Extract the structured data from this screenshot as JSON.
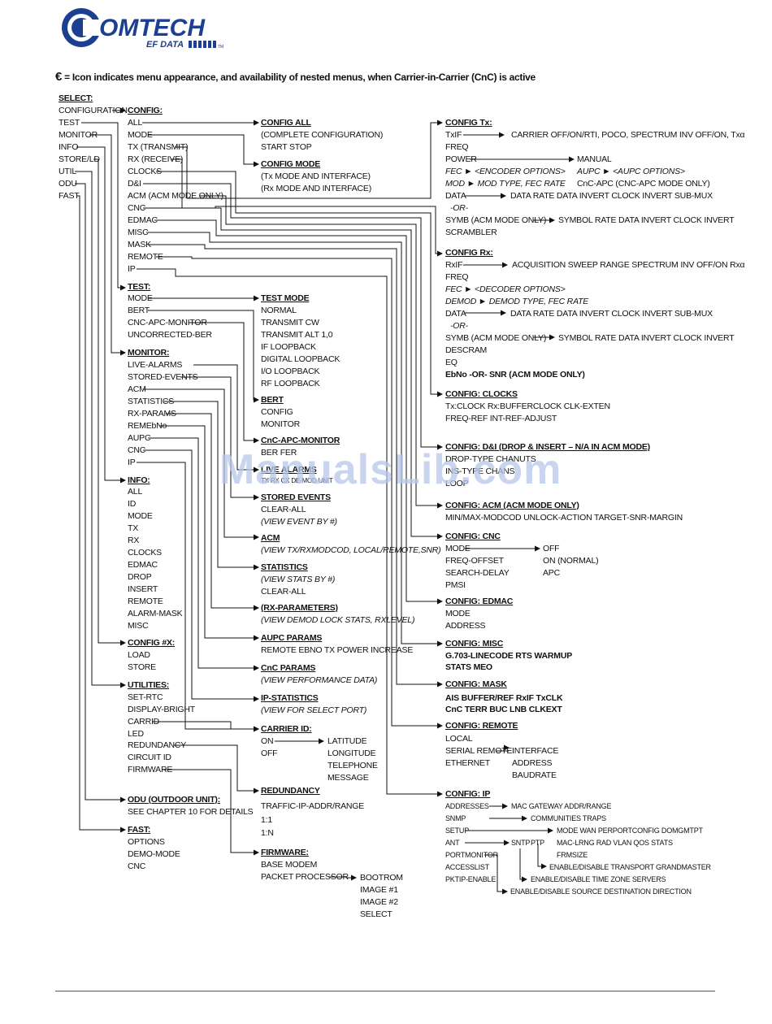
{
  "brand": {
    "name": "OMTECH",
    "initial": "C",
    "sub": "EF DATA",
    "tm": "TM"
  },
  "legend": {
    "icon": "€",
    "text": "= Icon indicates menu appearance, and availability of nested menus, when Carrier-in-Carrier (CnC) is active"
  },
  "watermark": "ManualsLib.com",
  "colors": {
    "ink": "#111111",
    "logo_blue": "#1c3f8f",
    "watermark": "#b8c8ea"
  },
  "select": {
    "title": "SELECT:",
    "items": [
      "CONFIGURATION",
      "TEST",
      "MONITOR",
      "INFO",
      "STORE/LD",
      "UTIL",
      "ODU",
      "FAST"
    ]
  },
  "config": {
    "title": "CONFIG:",
    "items": [
      "ALL",
      "MODE",
      "TX (TRANSMIT)",
      "RX (RECEIVE)",
      "CLOCKS",
      "D&I",
      "ACM (ACM MODE ONLY)",
      "CNC",
      "EDMAC",
      "MISC",
      "MASK",
      "REMOTE",
      "IP"
    ]
  },
  "config_all": {
    "title": "CONFIG ALL",
    "lines": [
      "(COMPLETE CONFIGURATION)",
      "START  STOP"
    ]
  },
  "config_mode": {
    "title": "CONFIG MODE",
    "lines": [
      "(Tx MODE AND INTERFACE)",
      "(Rx MODE AND INTERFACE)"
    ]
  },
  "test": {
    "title": "TEST:",
    "items": [
      "MODE",
      "BERT",
      "CNC-APC-MONITOR",
      "UNCORRECTED-BER"
    ]
  },
  "test_mode": {
    "title": "TEST MODE",
    "lines": [
      "NORMAL",
      "TRANSMIT CW",
      "TRANSMIT ALT 1,0",
      "IF LOOPBACK",
      "DIGITAL LOOPBACK",
      "I/O LOOPBACK",
      "RF LOOPBACK"
    ]
  },
  "bert": {
    "title": "BERT",
    "lines": [
      "CONFIG",
      "MONITOR"
    ]
  },
  "cnc_apc_monitor": {
    "title": "CnC-APC-MONITOR",
    "lines": [
      "BER  FER"
    ]
  },
  "live_alarms": {
    "title": "LIVE ALARMS",
    "lines": [
      "TX  RX  CX  DE-MOD  UNIT"
    ]
  },
  "monitor": {
    "title": "MONITOR:",
    "items": [
      "LIVE-ALARMS",
      "STORED-EVENTS",
      "ACM",
      "STATISTICS",
      "RX-PARAMS",
      "REMEbNo",
      "AUPC",
      "CNC",
      "IP"
    ]
  },
  "stored_events": {
    "title": "STORED EVENTS",
    "lines": [
      "CLEAR-ALL",
      "(VIEW EVENT BY #)"
    ]
  },
  "acm": {
    "title": "ACM",
    "lines": [
      "(VIEW TX/RXMODCOD, LOCAL/REMOTE,SNR)"
    ]
  },
  "statistics": {
    "title": "STATISTICS",
    "lines": [
      "(VIEW STATS BY #)",
      "CLEAR-ALL"
    ]
  },
  "rx_parameters": {
    "title": "(RX-PARAMETERS)",
    "lines": [
      "(VIEW DEMOD LOCK STATS, RXLEVEL)"
    ]
  },
  "aupc_params": {
    "title": "AUPC PARAMS",
    "lines": [
      "REMOTE  EBNO  TX POWER INCREASE"
    ]
  },
  "cnc_params": {
    "title": "CnC PARAMS",
    "lines": [
      "(VIEW PERFORMANCE DATA)"
    ]
  },
  "ip_statistics": {
    "title": "IP-STATISTICS",
    "lines": [
      "(VIEW FOR SELECT PORT)"
    ]
  },
  "info": {
    "title": "INFO:",
    "items": [
      "ALL",
      "ID",
      "MODE",
      "TX",
      "RX",
      "CLOCKS",
      "EDMAC",
      "DROP",
      "INSERT",
      "REMOTE",
      "ALARM-MASK",
      "MISC"
    ]
  },
  "config_store": {
    "title": "CONFIG #X:",
    "lines": [
      "LOAD",
      "STORE"
    ]
  },
  "utilities": {
    "title": "UTILITIES:",
    "items": [
      "SET-RTC",
      "DISPLAY-BRIGHT",
      "CARRID",
      "LED",
      "REDUNDANCY",
      "CIRCUIT ID",
      "FIRMWARE"
    ]
  },
  "carrier_id": {
    "title": "CARRIER ID:",
    "left": [
      "ON",
      "OFF"
    ],
    "right": [
      "LATITUDE",
      "LONGITUDE",
      "TELEPHONE",
      "MESSAGE"
    ]
  },
  "redundancy": {
    "title": "REDUNDANCY",
    "lines": [
      "TRAFFIC-IP-ADDR/RANGE",
      "1:1",
      "1:N"
    ]
  },
  "firmware": {
    "title": "FIRMWARE:",
    "lines": [
      "BASE MODEM",
      "PACKET PROCESSOR"
    ],
    "boot": [
      "BOOTROM",
      "IMAGE #1",
      "IMAGE #2",
      "SELECT"
    ]
  },
  "odu": {
    "title": "ODU (OUTDOOR UNIT):",
    "lines": [
      "SEE CHAPTER 10 FOR DETAILS"
    ]
  },
  "fast": {
    "title": "FAST:",
    "lines": [
      "OPTIONS",
      "DEMO-MODE",
      "CNC"
    ]
  },
  "config_tx": {
    "title": "CONFIG Tx:",
    "txif": "TxIF",
    "txif_opts": "CARRIER OFF/ON/RTI, POCO, SPECTRUM INV OFF/ON, Txα",
    "freq": "FREQ",
    "power": "POWER",
    "manual": "MANUAL",
    "fec": "FEC ► <ENCODER OPTIONS>",
    "aupc": "AUPC ► <AUPC OPTIONS>",
    "mod": "MOD ► MOD TYPE, FEC RATE",
    "cnc_apc": "CnC-APC (CNC-APC MODE ONLY)",
    "data": "DATA",
    "data_opts": "DATA RATE  DATA INVERT  CLOCK INVERT  SUB-MUX",
    "or": "-OR-",
    "symb": "SYMB (ACM MODE ONLY)",
    "symb_opts": "SYMBOL RATE  DATA INVERT  CLOCK INVERT",
    "scrambler": "SCRAMBLER"
  },
  "config_rx": {
    "title": "CONFIG Rx:",
    "rxif": "RxIF",
    "rxif_opts": "ACQUISITION SWEEP RANGE  SPECTRUM INV OFF/ON  Rxα",
    "freq": "FREQ",
    "fec": "FEC ► <DECODER OPTIONS>",
    "demod": "DEMOD ► DEMOD TYPE, FEC RATE",
    "data": "DATA",
    "data_opts": "DATA RATE  DATA INVERT  CLOCK INVERT  SUB-MUX",
    "or": "-OR-",
    "symb": "SYMB (ACM MODE ONLY)",
    "symb_opts": "SYMBOL RATE  DATA INVERT  CLOCK INVERT",
    "descram": "DESCRAM",
    "eq": "EQ",
    "ebno": "EbNo -OR- SNR (ACM MODE ONLY)"
  },
  "config_clocks": {
    "title": "CONFIG: CLOCKS",
    "lines": [
      "Tx:CLOCK   Rx:BUFFERCLOCK   CLK-EXTEN",
      "FREQ-REF   INT-REF-ADJUST"
    ]
  },
  "config_di": {
    "title": "CONFIG: D&I (DROP & INSERT – N/A IN ACM MODE)",
    "lines": [
      "DROP-TYPE   CHANUTS",
      "INS-TYPE   CHANS",
      "LOOP"
    ]
  },
  "config_acm": {
    "title": "CONFIG: ACM (ACM MODE ONLY)",
    "lines": [
      "MIN/MAX-MODCOD   UNLOCK-ACTION   TARGET-SNR-MARGIN"
    ]
  },
  "config_cnc": {
    "title": "CONFIG: CNC",
    "left": [
      "MODE",
      "FREQ-OFFSET",
      "SEARCH-DELAY",
      "PMSI"
    ],
    "right": [
      "OFF",
      "ON (NORMAL)",
      "APC"
    ]
  },
  "config_edmac": {
    "title": "CONFIG: EDMAC",
    "lines": [
      "MODE",
      "ADDRESS"
    ]
  },
  "config_misc": {
    "title": "CONFIG: MISC",
    "lines": [
      "G.703-LINECODE   RTS   WARMUP",
      "STATS   MEO"
    ]
  },
  "config_mask": {
    "title": "CONFIG: MASK",
    "lines": [
      "AIS   BUFFER/REF   RxIF   TxCLK",
      "CnC   TERR   BUC   LNB   CLKEXT"
    ]
  },
  "config_remote": {
    "title": "CONFIG: REMOTE",
    "left": [
      "LOCAL",
      "SERIAL REMOTE",
      "ETHERNET"
    ],
    "right": [
      "INTERFACE",
      "ADDRESS",
      "BAUDRATE"
    ]
  },
  "config_ip": {
    "title": "CONFIG: IP",
    "left": [
      "ADDRESSES",
      "SNMP",
      "SETUP",
      "ANT",
      "PORTMONITOR",
      "ACCESSLIST",
      "PKTIP-ENABLE"
    ],
    "addresses_opts": "MAC   GATEWAY   ADDR/RANGE",
    "snmp_opts": "COMMUNITIES   TRAPS",
    "setup_opts": "MODE   WAN   PERPORTCONFIG   DOMGMTPT",
    "setup_opts2": "MAC-LRNG   RAD   VLAN   QOS   STATS",
    "framesize": "FRMSIZE",
    "sntp": "SNTP",
    "ptp": "PTP",
    "ptp_opts": "ENABLE/DISABLE   TRANSPORT   GRANDMASTER",
    "sntp_opts": "ENABLE/DISABLE   TIME ZONE   SERVERS",
    "pkt_opts": "ENABLE/DISABLE   SOURCE   DESTINATION   DIRECTION"
  }
}
